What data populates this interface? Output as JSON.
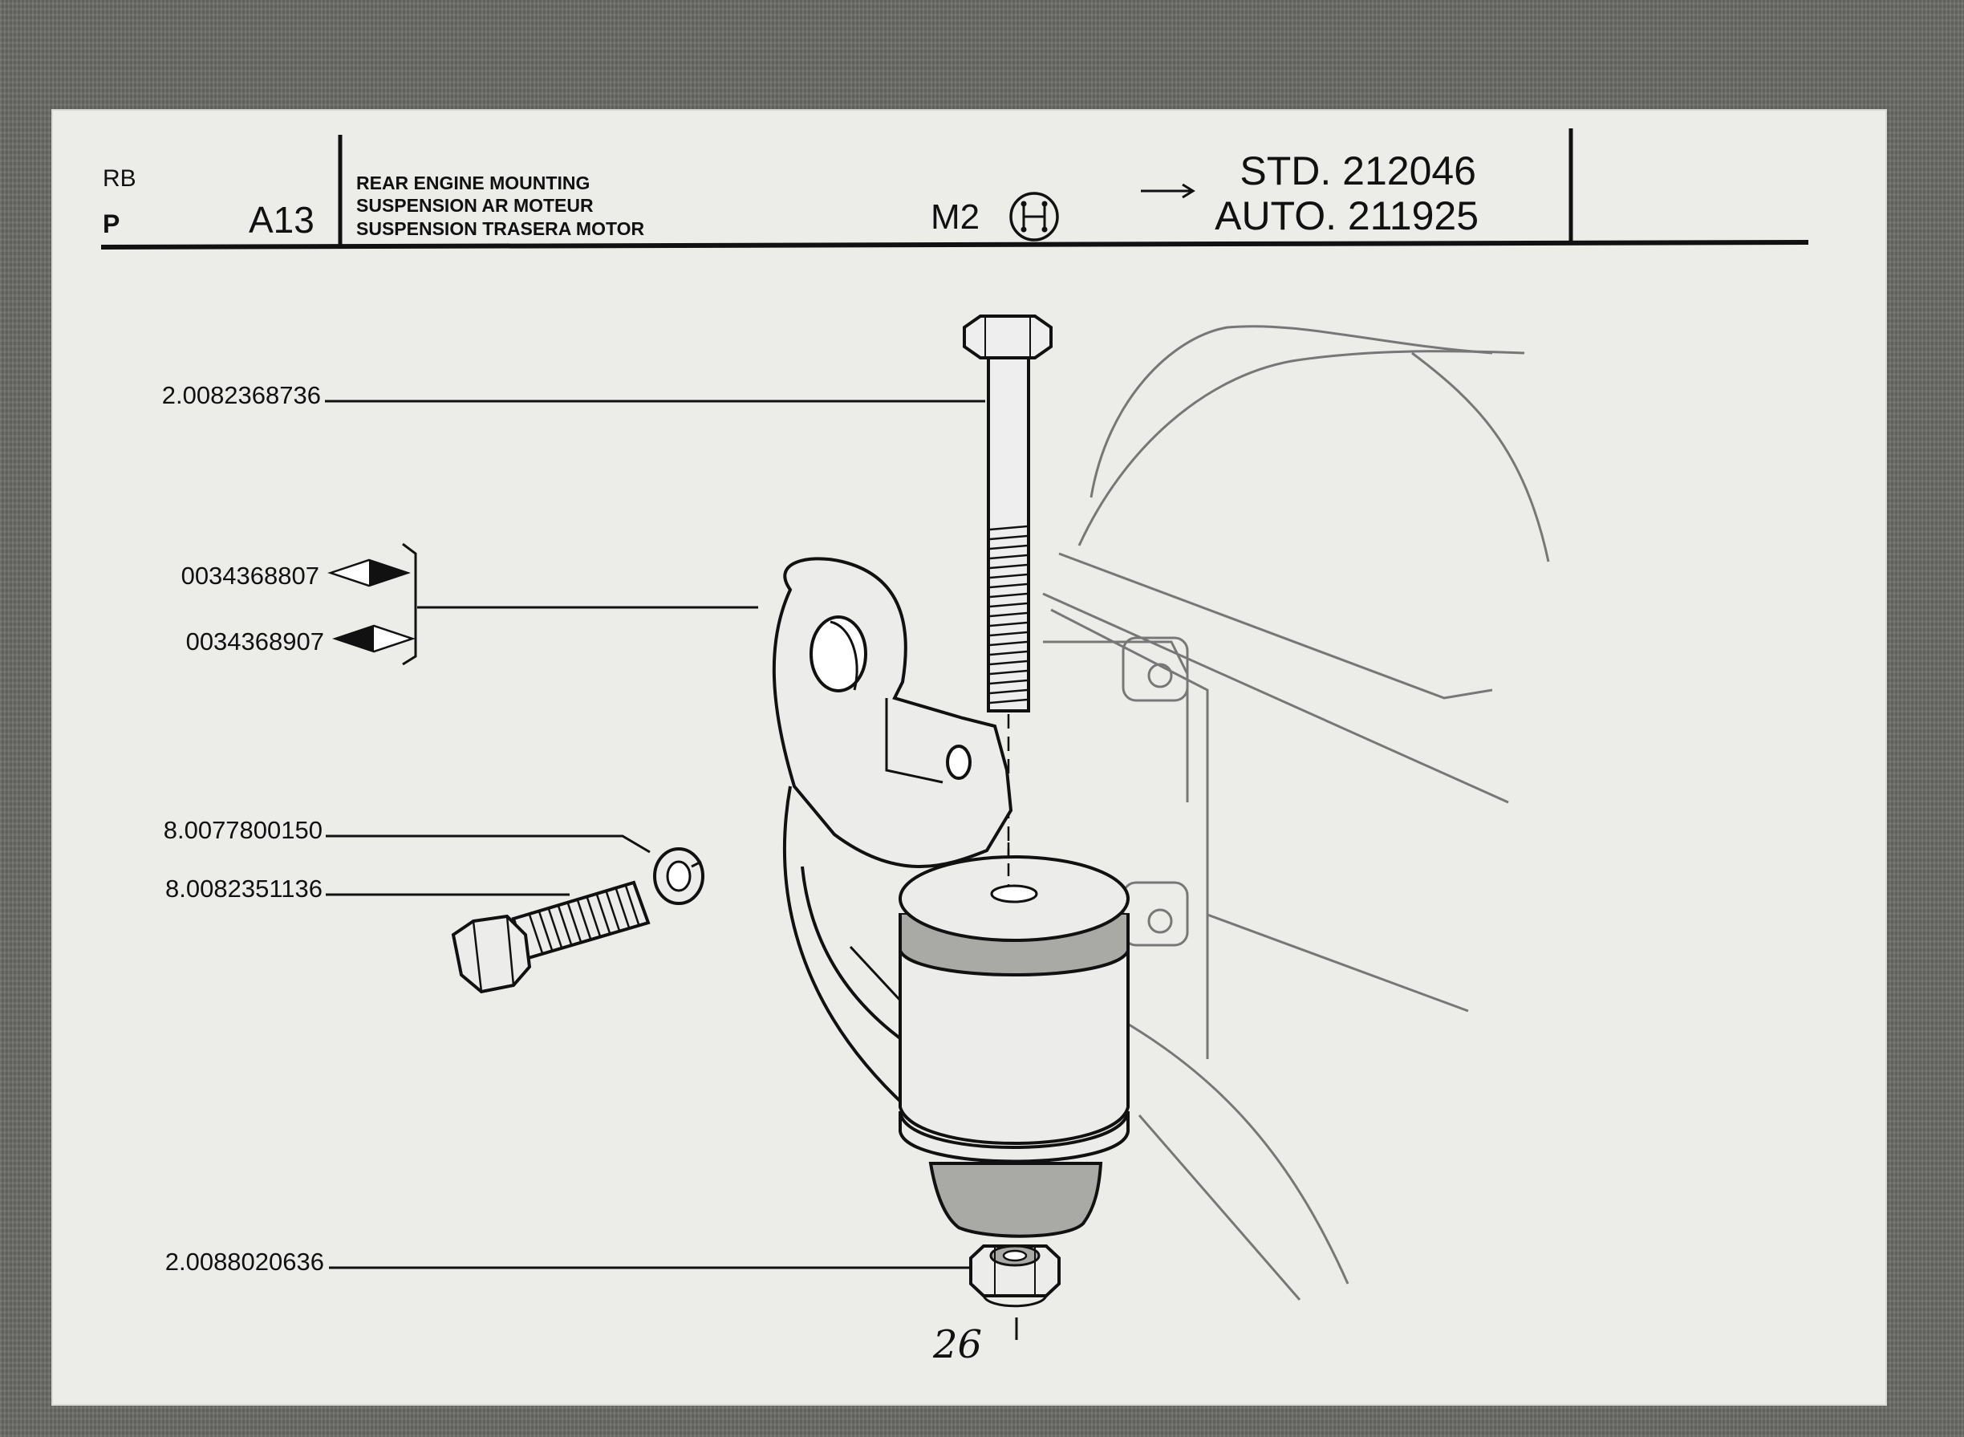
{
  "header": {
    "lang_rb": "RB",
    "lang_p": "P",
    "group_code": "A13",
    "title_en": "REAR ENGINE MOUNTING",
    "title_fr": "SUSPENSION AR MOTEUR",
    "title_es": "SUSPENSION TRASERA MOTOR",
    "model_code": "M2",
    "gearbox_icon": "gearshift-pattern-icon",
    "arrow_icon": "arrow-right-icon",
    "std_serial": "STD. 212046",
    "auto_serial": "AUTO. 211925"
  },
  "parts": [
    {
      "ref": "2.0082368736"
    },
    {
      "ref": "0034368807",
      "side_icon": "left-side-indicator-icon"
    },
    {
      "ref": "0034368907",
      "side_icon": "right-side-indicator-icon"
    },
    {
      "ref": "8.0077800150"
    },
    {
      "ref": "8.0082351136"
    },
    {
      "ref": "2.0088020636"
    }
  ],
  "handwritten_note": "26"
}
